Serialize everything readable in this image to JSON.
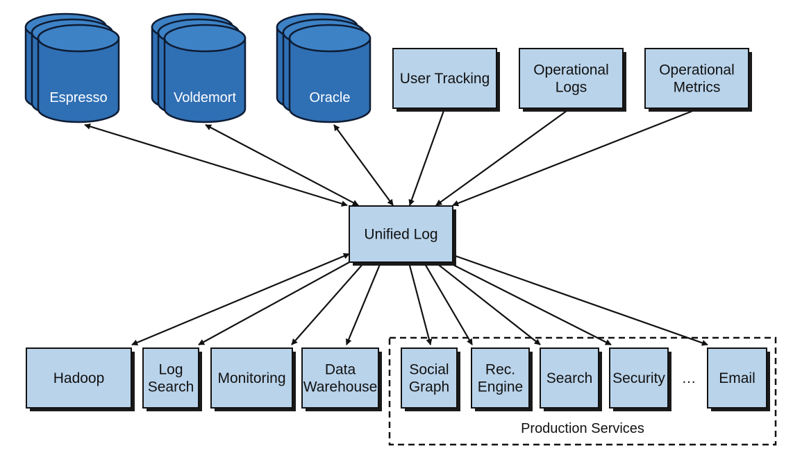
{
  "colors": {
    "box_fill": "#b9d3ea",
    "box_stroke": "#111111",
    "db_fill": "#2f6fb4",
    "db_stroke": "#0e1c33",
    "db_top": "#3e82c6",
    "arrow": "#111111"
  },
  "databases": [
    {
      "id": "espresso",
      "label": "Espresso"
    },
    {
      "id": "voldemort",
      "label": "Voldemort"
    },
    {
      "id": "oracle",
      "label": "Oracle"
    }
  ],
  "sources": [
    {
      "id": "user-tracking",
      "lines": [
        "User Tracking"
      ]
    },
    {
      "id": "operational-logs",
      "lines": [
        "Operational",
        "Logs"
      ]
    },
    {
      "id": "operational-metrics",
      "lines": [
        "Operational",
        "Metrics"
      ]
    }
  ],
  "hub": {
    "id": "unified-log",
    "lines": [
      "Unified Log"
    ]
  },
  "consumers": [
    {
      "id": "hadoop",
      "lines": [
        "Hadoop"
      ]
    },
    {
      "id": "log-search",
      "lines": [
        "Log",
        "Search"
      ]
    },
    {
      "id": "monitoring",
      "lines": [
        "Monitoring"
      ]
    },
    {
      "id": "data-warehouse",
      "lines": [
        "Data",
        "Warehouse"
      ]
    }
  ],
  "production_services": {
    "label": "Production Services",
    "services": [
      {
        "id": "social-graph",
        "lines": [
          "Social",
          "Graph"
        ]
      },
      {
        "id": "rec-engine",
        "lines": [
          "Rec.",
          "Engine"
        ]
      },
      {
        "id": "search",
        "lines": [
          "Search"
        ]
      },
      {
        "id": "security",
        "lines": [
          "Security"
        ]
      },
      {
        "id": "email",
        "lines": [
          "Email"
        ]
      }
    ],
    "ellipsis": "…"
  },
  "edges": [
    {
      "from": "unified-log",
      "to": "espresso",
      "bidirectional": true
    },
    {
      "from": "unified-log",
      "to": "voldemort",
      "bidirectional": true
    },
    {
      "from": "unified-log",
      "to": "oracle",
      "bidirectional": true
    },
    {
      "from": "user-tracking",
      "to": "unified-log",
      "bidirectional": false
    },
    {
      "from": "operational-logs",
      "to": "unified-log",
      "bidirectional": false
    },
    {
      "from": "operational-metrics",
      "to": "unified-log",
      "bidirectional": false
    },
    {
      "from": "unified-log",
      "to": "hadoop",
      "bidirectional": true
    },
    {
      "from": "unified-log",
      "to": "log-search",
      "bidirectional": false
    },
    {
      "from": "unified-log",
      "to": "monitoring",
      "bidirectional": false
    },
    {
      "from": "unified-log",
      "to": "data-warehouse",
      "bidirectional": false
    },
    {
      "from": "unified-log",
      "to": "social-graph",
      "bidirectional": false
    },
    {
      "from": "unified-log",
      "to": "rec-engine",
      "bidirectional": false
    },
    {
      "from": "unified-log",
      "to": "search",
      "bidirectional": false
    },
    {
      "from": "unified-log",
      "to": "security",
      "bidirectional": false
    },
    {
      "from": "unified-log",
      "to": "email",
      "bidirectional": false
    }
  ]
}
